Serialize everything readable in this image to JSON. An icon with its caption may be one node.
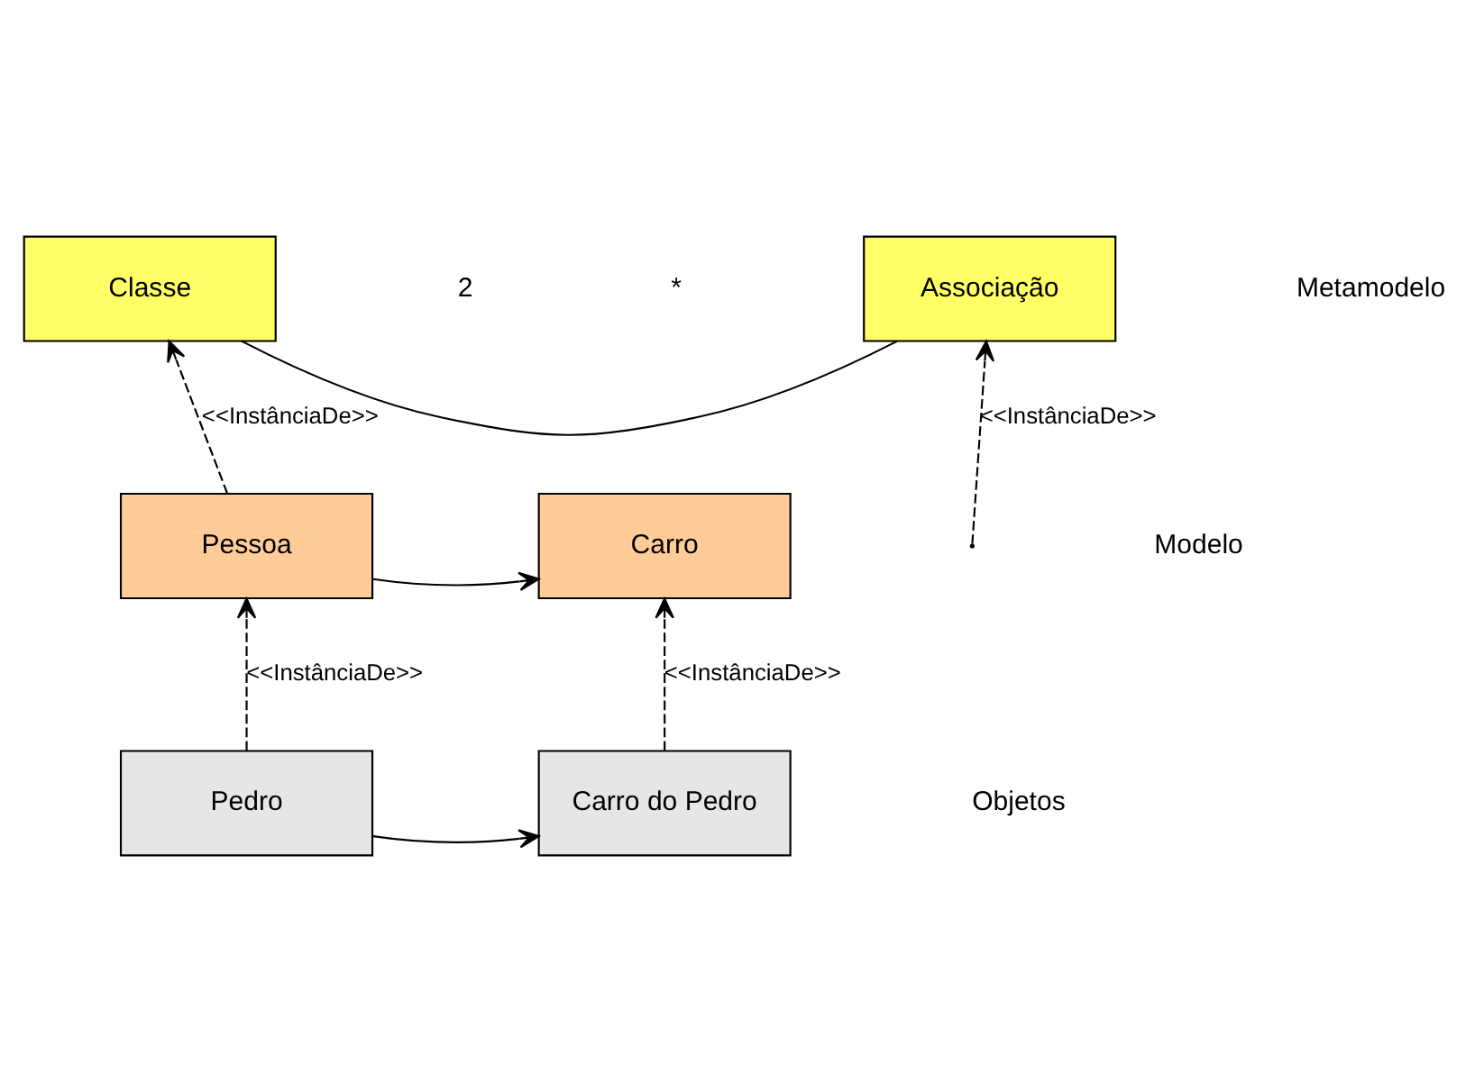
{
  "diagram": {
    "nodes": [
      {
        "text": [
          "Classe"
        ]
      },
      {
        "text": [
          "Associação"
        ]
      },
      {
        "text": [
          "Pessoa"
        ]
      },
      {
        "text": [
          "Carro"
        ]
      },
      {
        "text": [
          "Pedro"
        ]
      },
      {
        "text": [
          "Carro do Pedro"
        ]
      }
    ],
    "edges": [
      {
        "from": 0,
        "to": 1,
        "arrow": "none"
      },
      {
        "from": 2,
        "to": 0,
        "arrow": "to",
        "style": "dashed",
        "label": "<<InstânciaDe>>"
      },
      {
        "from": null,
        "to": 1,
        "arrow": "to",
        "style": "dashed",
        "label": "<<InstânciaDe>>"
      },
      {
        "from": 2,
        "to": 3,
        "arrow": "to"
      },
      {
        "from": 4,
        "to": 2,
        "arrow": "to",
        "style": "dashed",
        "label": "<<InstânciaDe>>"
      },
      {
        "from": 5,
        "to": 3,
        "arrow": "to",
        "style": "dashed",
        "label": "<<InstânciaDe>>"
      },
      {
        "from": 4,
        "to": 5,
        "arrow": "to"
      }
    ],
    "labels": [
      "2",
      "*",
      "Metamodelo",
      "Modelo",
      "Objetos"
    ]
  }
}
